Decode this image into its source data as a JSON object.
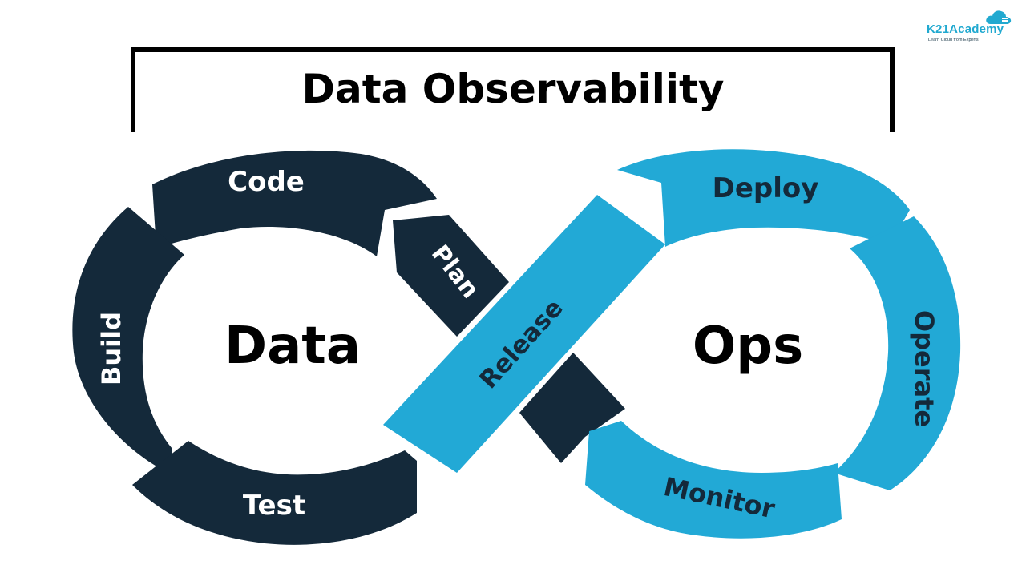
{
  "title": "Data Observability",
  "brand": {
    "name": "K21Academy",
    "tagline": "Learn Cloud from Experts"
  },
  "loops": {
    "left": "Data",
    "right": "Ops"
  },
  "stages": {
    "code": "Code",
    "plan": "Plan",
    "build": "Build",
    "test": "Test",
    "release": "Release",
    "deploy": "Deploy",
    "operate": "Operate",
    "monitor": "Monitor"
  },
  "colors": {
    "dark": "#14293a",
    "light": "#22a9d6",
    "text": "#000000",
    "bracket": "#000000"
  }
}
